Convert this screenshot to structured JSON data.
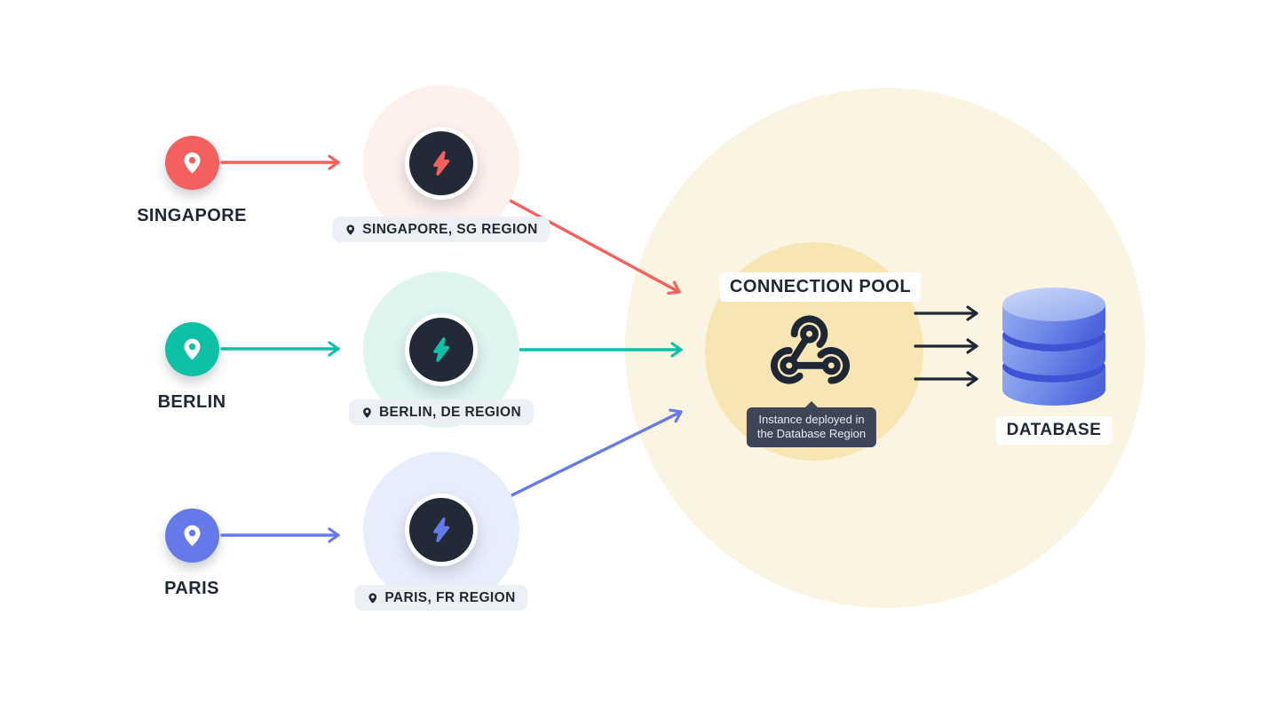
{
  "clients": [
    {
      "name": "SINGAPORE",
      "region_label": "SINGAPORE, SG REGION",
      "accent": "#F4605D",
      "halo": "#FDF0ED"
    },
    {
      "name": "BERLIN",
      "region_label": "BERLIN, DE REGION",
      "accent": "#0EC0A6",
      "halo": "#DFF5F0"
    },
    {
      "name": "PARIS",
      "region_label": "PARIS, FR REGION",
      "accent": "#6679E8",
      "halo": "#E8EDFB"
    }
  ],
  "pool": {
    "label": "CONNECTION POOL",
    "tooltip_lines": [
      "Instance deployed in",
      "the Database Region"
    ]
  },
  "database": {
    "label": "DATABASE"
  },
  "icons": {
    "client_marker": "location-pin-icon",
    "region_node": "lightning-bolt-icon",
    "pool": "webhook-icon",
    "database": "database-cylinder-icon"
  },
  "colors": {
    "coral": "#F4605D",
    "coral-light": "#FDF0ED",
    "teal": "#0EC0A6",
    "teal-light": "#DFF5F0",
    "periwinkle": "#6679E8",
    "periwinkle-light": "#E8EDFB",
    "navy": "#1F2735",
    "node-bg": "#222A38",
    "pill-bg": "#ECEFF4",
    "pool-outer": "#FBF4E2",
    "pool-inner": "#F8E5B4",
    "tooltip-bg": "#3D4557",
    "arrow-dark": "#1F2735",
    "db-top-light": "#BCCDF6",
    "db-body": "#7E97EB",
    "db-body-deep": "#4C63DC",
    "db-rim": "#3D53D4"
  }
}
